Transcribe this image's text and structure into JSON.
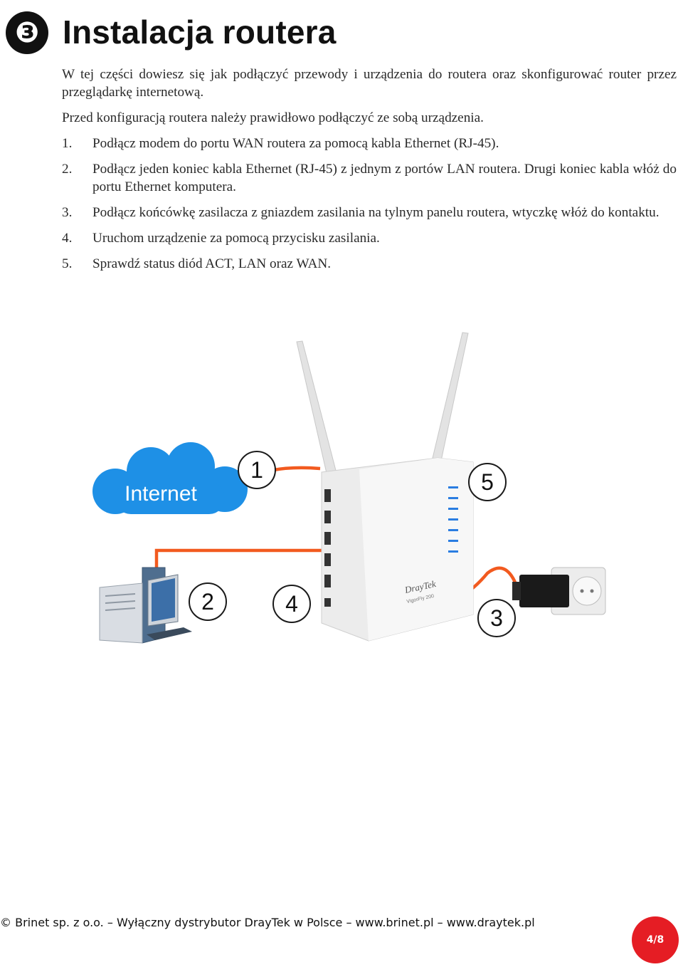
{
  "header": {
    "badge": "❸",
    "title": "Instalacja routera"
  },
  "intro": "W tej części dowiesz się jak podłączyć przewody i urządzenia do routera oraz skonfigurować router przez przeglądarkę internetową.",
  "lead": "Przed konfiguracją routera należy prawidłowo podłączyć ze sobą urządzenia.",
  "steps": [
    {
      "num": "1.",
      "text": "Podłącz modem do portu WAN routera za pomocą kabla Ethernet (RJ-45)."
    },
    {
      "num": "2.",
      "text": "Podłącz jeden koniec kabla Ethernet (RJ-45) z jednym z portów LAN routera. Drugi koniec kabla włóż do portu Ethernet komputera."
    },
    {
      "num": "3.",
      "text": "Podłącz końcówkę zasilacza z gniazdem zasilania na tylnym panelu routera, wtyczkę włóż do kontaktu."
    },
    {
      "num": "4.",
      "text": "Uruchom urządzenie za pomocą przycisku zasilania."
    },
    {
      "num": "5.",
      "text": "Sprawdź status diód ACT, LAN oraz WAN."
    }
  ],
  "diagram": {
    "cloud_label": "Internet",
    "callouts": [
      "1",
      "2",
      "3",
      "4",
      "5"
    ],
    "router_brand": "DrayTek",
    "router_model": "VigorFly 200",
    "colors": {
      "cloud": "#1e90e6",
      "cable": "#f25a1f",
      "router": "#f3f3f3",
      "leds": "#2a7de1"
    }
  },
  "footer": {
    "text": "© Brinet sp. z o.o. – Wyłączny dystrybutor DrayTek w Polsce – www.brinet.pl – www.draytek.pl",
    "page": "4/8"
  }
}
